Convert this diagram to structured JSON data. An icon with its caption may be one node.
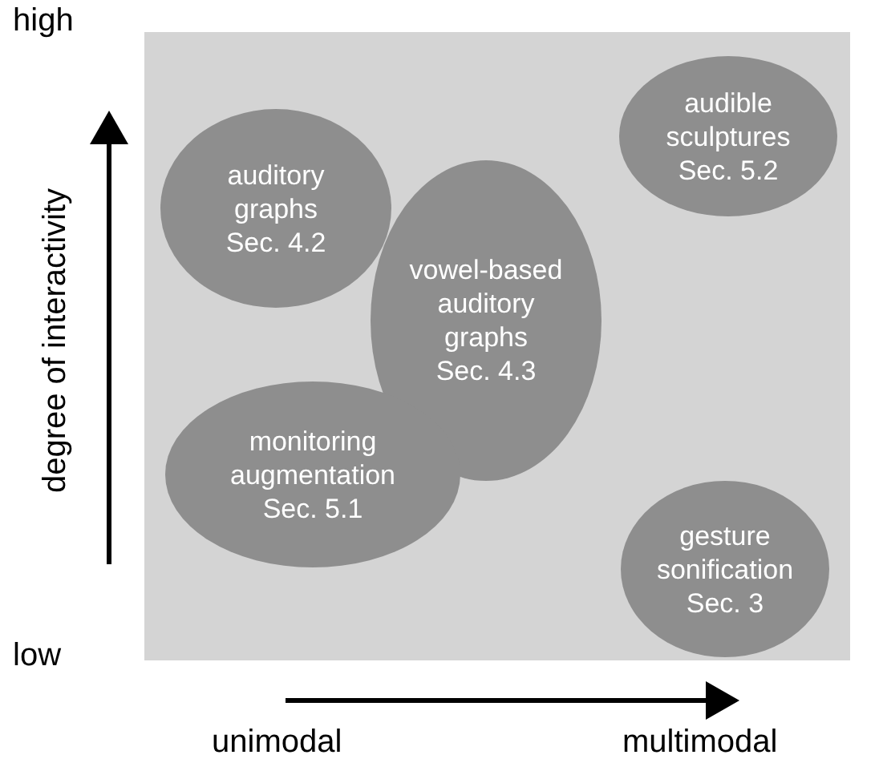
{
  "diagram": {
    "nodes": [
      {
        "text": [
          "audible sculptures",
          "Sec. 5.2"
        ]
      },
      {
        "text": [
          "vowel-based auditory graphs",
          "Sec. 4.3"
        ]
      },
      {
        "text": [
          "auditory graphs",
          "Sec. 4.2"
        ]
      },
      {
        "text": [
          "monitoring augmentation",
          "Sec. 5.1"
        ]
      },
      {
        "text": [
          "gesture sonification",
          "Sec. 3"
        ]
      }
    ],
    "labels": [
      "high",
      "degree of interactivity",
      "low",
      "unimodal",
      "multimodal"
    ]
  }
}
